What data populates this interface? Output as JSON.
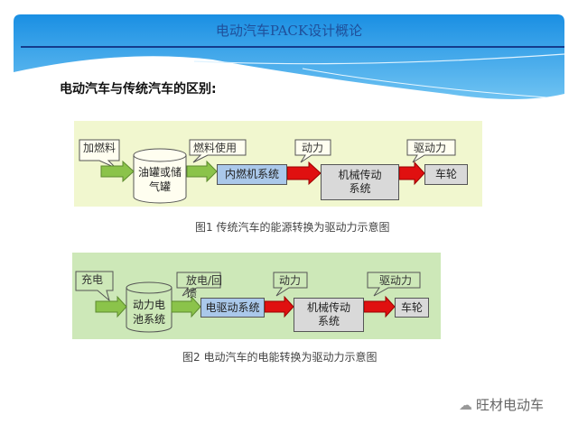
{
  "header": {
    "title": "电动汽车PACK设计概论"
  },
  "heading": "电动汽车与传统汽车的区别:",
  "figure1": {
    "callouts": [
      "加燃料",
      "燃料使用",
      "动力",
      "驱动力"
    ],
    "tank": "油罐或储气罐",
    "engine": "内燃机系统",
    "transmission": "机械传动系统",
    "wheel": "车轮",
    "caption": "图1  传统汽车的能源转换为驱动力示意图"
  },
  "figure2": {
    "callouts": [
      "充电",
      "放电/回馈",
      "动力",
      "驱动力"
    ],
    "battery": "动力电池系统",
    "motor": "电驱动系统",
    "transmission": "机械传动系统",
    "wheel": "车轮",
    "caption": "图2  电动汽车的电能转换为驱动力示意图"
  },
  "watermark": "旺材电动车",
  "colors": {
    "banner": "#1e90e0",
    "fuel_arrow": "#8bc34a",
    "power_arrow": "#e01010",
    "panel1": "#f1f7cf",
    "panel2": "#cde8b8"
  }
}
